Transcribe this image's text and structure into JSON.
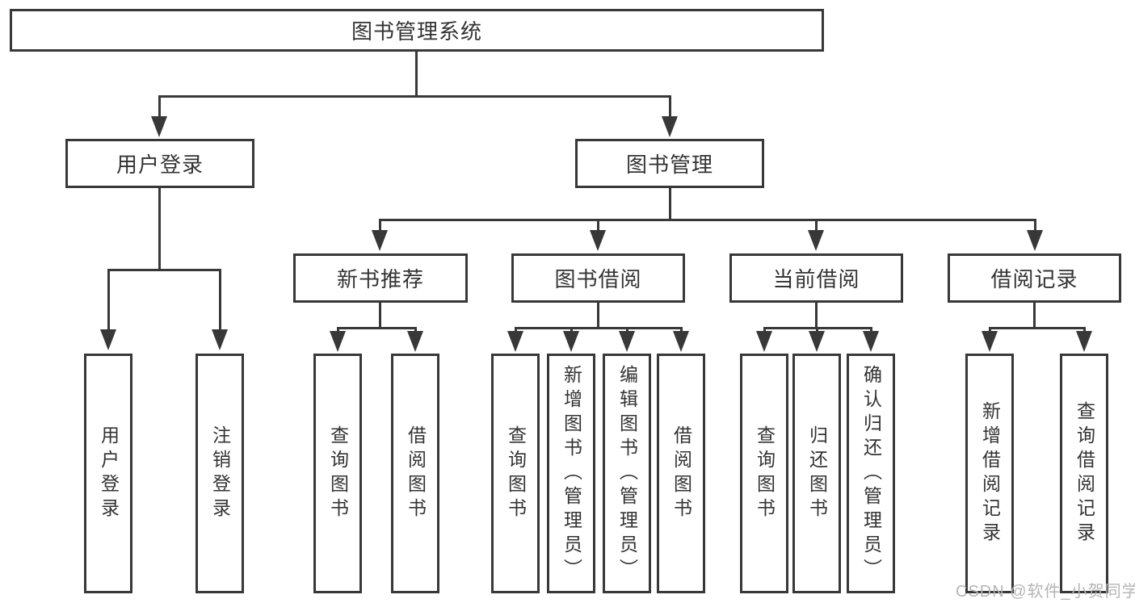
{
  "page": {
    "watermark": "CSDN @软件_小贺同学",
    "colors": {
      "background": "#ffffff",
      "line": "#383838",
      "text": "#333333",
      "watermark": "#b5b5b5"
    }
  },
  "tree": {
    "root": {
      "label": "图书管理系统"
    },
    "branches": [
      {
        "label": "用户登录",
        "children": [
          {
            "label": "用户登录"
          },
          {
            "label": "注销登录"
          }
        ]
      },
      {
        "label": "图书管理",
        "children": [
          {
            "label": "新书推荐",
            "children": [
              {
                "label": "查询图书"
              },
              {
                "label": "借阅图书"
              }
            ]
          },
          {
            "label": "图书借阅",
            "children": [
              {
                "label": "查询图书"
              },
              {
                "label": "新增图书（管理员）"
              },
              {
                "label": "编辑图书（管理员）"
              },
              {
                "label": "借阅图书"
              }
            ]
          },
          {
            "label": "当前借阅",
            "children": [
              {
                "label": "查询图书"
              },
              {
                "label": "归还图书"
              },
              {
                "label": "确认归还（管理员）"
              }
            ]
          },
          {
            "label": "借阅记录",
            "children": [
              {
                "label": "新增借阅记录"
              },
              {
                "label": "查询借阅记录"
              }
            ]
          }
        ]
      }
    ]
  }
}
